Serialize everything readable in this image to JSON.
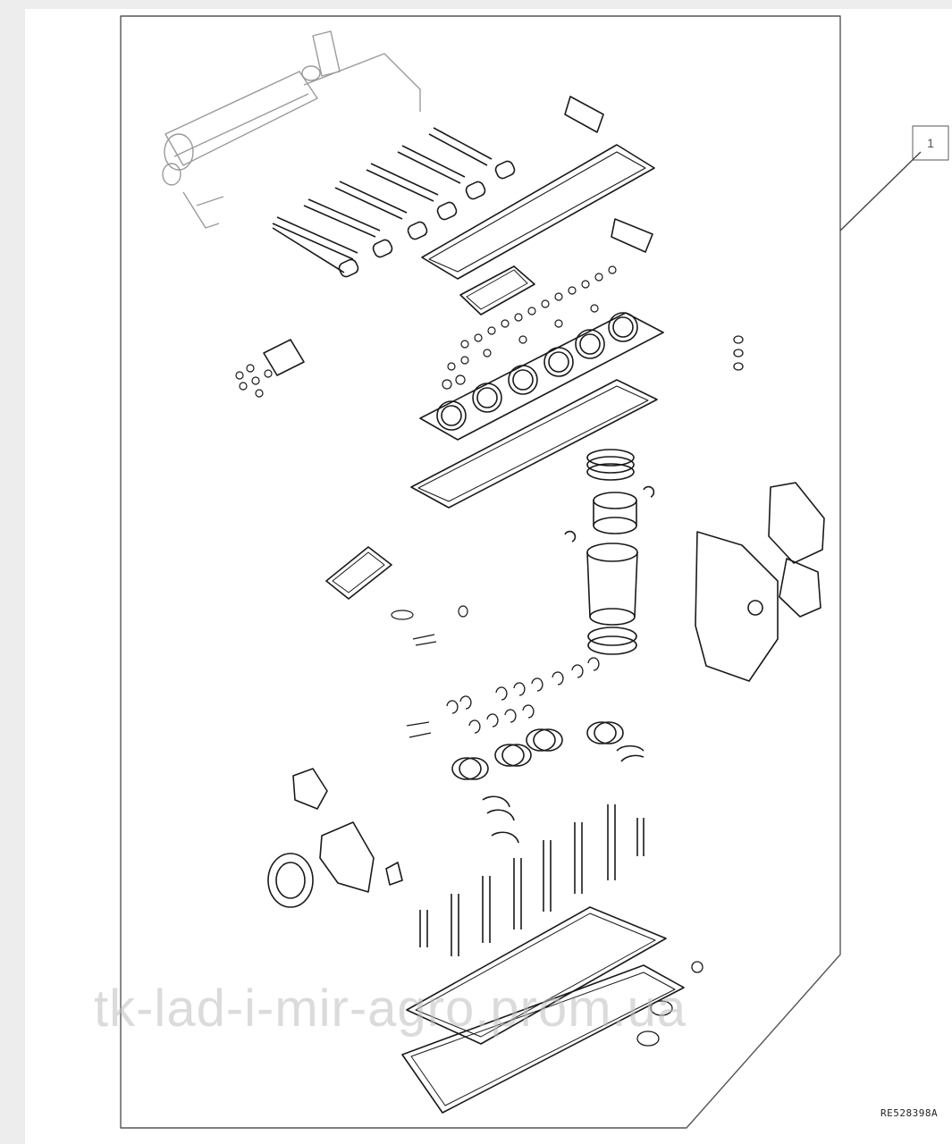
{
  "diagram": {
    "callout_label": "1",
    "reference_code": "RE528398A",
    "watermark": "tk-lad-i-mir-agro.prom.ua"
  },
  "colors": {
    "line": "#1a1a1a",
    "border": "#555555",
    "background": "#ffffff",
    "sidebar": "#ededed",
    "watermark": "#bebebe"
  }
}
